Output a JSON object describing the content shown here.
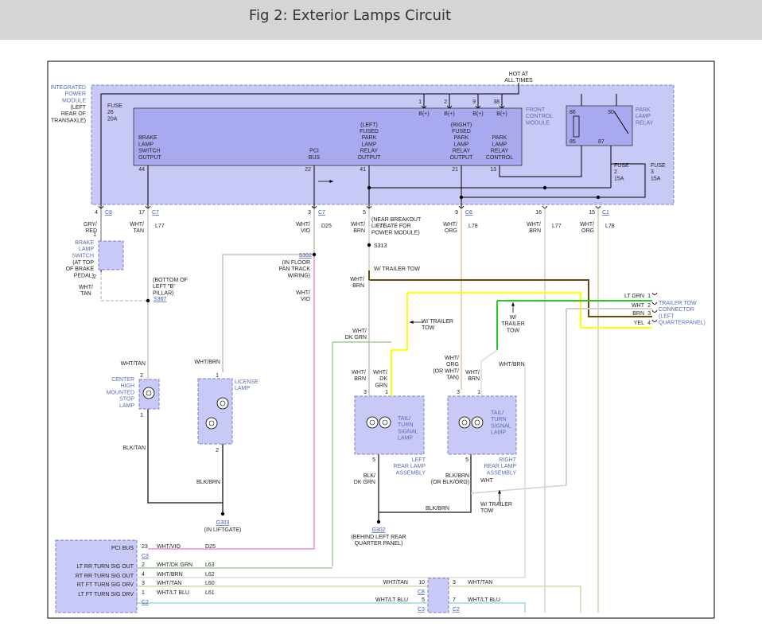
{
  "header": {
    "title": "Fig 2: Exterior Lamps Circuit"
  },
  "diagram": {
    "hot_label": "HOT AT|ALL TIMES",
    "ipm": {
      "label": "INTEGRATED|POWER|MODULE",
      "location": "(LEFT|REAR OF|TRANSAXLE)"
    },
    "fuse_26": "FUSE|26|20A",
    "fuse_2": "FUSE|2|15A",
    "fuse_3": "FUSE|3|15A",
    "fcm": {
      "label": "FRONT|CONTROL|MODULE",
      "pins_top": [
        "1",
        "2",
        "9",
        "38"
      ],
      "bplus": "B(+)",
      "outputs": [
        {
          "text": "BRAKE|LAMP|SWITCH|OUTPUT",
          "pin": "44"
        },
        {
          "text": "PCI|BUS",
          "pin": "22"
        },
        {
          "text": "(LEFT)|FUSED|PARK|LAMP|RELAY|OUTPUT",
          "pin": "41"
        },
        {
          "text": "(RIGHT)|FUSED|PARK|LAMP|RELAY|OUTPUT",
          "pin": "21"
        },
        {
          "text": "PARK|LAMP|RELAY|CONTROL",
          "pin": "13"
        }
      ]
    },
    "relay": {
      "label": "PARK|LAMP|RELAY",
      "pins": [
        "86",
        "30",
        "85",
        "87"
      ]
    },
    "connectors": [
      {
        "pin": "4",
        "name": "C8"
      },
      {
        "pin": "17",
        "name": "C7"
      },
      {
        "pin": "3",
        "name": "C7"
      },
      {
        "pin": "5",
        "name": ""
      },
      {
        "pin": "9",
        "name": "C8"
      },
      {
        "pin": "16",
        "name": ""
      },
      {
        "pin": "15",
        "name": "C1"
      }
    ],
    "wires": [
      {
        "color": "GRY/|RED",
        "circuit": ""
      },
      {
        "color": "WHT/|TAN",
        "circuit": "L77"
      },
      {
        "color": "WHT/|VIO",
        "circuit": "D25"
      },
      {
        "color": "WHT/|BRN",
        "circuit": "L77"
      },
      {
        "color": "WHT/|ORG",
        "circuit": "L78"
      },
      {
        "color": "WHT/|BRN",
        "circuit": "L77"
      },
      {
        "color": "WHT/|ORG",
        "circuit": "L78"
      }
    ],
    "near_breakout": "(NEAR BREAKOUT|LIFTGATE FOR|POWER MODULE)",
    "s313": "S313",
    "s302": "S302",
    "s302_loc": "(IN FLOOR|PAN TRACK|WIRING)",
    "s367": "S367",
    "bottom_b_pillar": "(BOTTOM OF|LEFT \"B\"|PILLAR)",
    "brake_switch": {
      "label": "BRAKE|LAMP|SWITCH",
      "location": "(AT TOP|OF BRAKE|PEDAL)",
      "pin1": "1",
      "pin2": "2"
    },
    "w_trailer_tow": "W/ TRAILER TOW",
    "w_trailer_tow_2": "W/ TRAILER|TOW",
    "w_trailer_tow_3": "W/|TRAILER|TOW",
    "w_trailer_tow_4": "W/ TRAILER|TOW",
    "trailer_connector": {
      "label": "TRAILER TOW|CONNECTOR|(LEFT|QUARTERPANEL)",
      "pins": [
        {
          "color": "LT GRN",
          "pin": "1"
        },
        {
          "color": "WHT",
          "pin": "2"
        },
        {
          "color": "BRN",
          "pin": "3"
        },
        {
          "color": "YEL",
          "pin": "4"
        }
      ]
    },
    "misc_wires": {
      "wht_brn": "WHT/BRN",
      "wht_brn_2": "WHT/|BRN",
      "brn": "BRN",
      "yel": "YEL",
      "wht_dk_grn": "WHT/|DK GRN",
      "lt_grn": "LT GRN",
      "wht_tan": "WHT/TAN",
      "wht_tan_2": "WHT/|TAN",
      "wht_brn_lic": "WHT/BRN",
      "blk_tan": "BLK/TAN",
      "blk_brn": "BLK/BRN",
      "blk_brn_2": "BLK/BRN",
      "blk_dk_grn": "BLK/|DK GRN",
      "blk_brn_or": "BLK/BRN|(OR BLK/ORG)",
      "wht": "WHT",
      "left_feed_a": "WHT/|BRN",
      "left_feed_b": "WHT/|DK|GRN",
      "right_feed_a": "WHT/|ORG|(OR WHT/|TAN)",
      "right_feed_b": "WHT/|BRN",
      "wht_vio_2": "WHT/|VIO"
    },
    "chmsl": {
      "label": "CENTER|HIGH|MOUNTED|STOP|LAMP",
      "pin_top": "2",
      "pin_bottom": "1"
    },
    "license": {
      "label": "LICENSE|LAMP",
      "pin_top": "1",
      "pin_bottom": "2"
    },
    "left_tail": {
      "label": "TAIL/|TURN|SIGNAL|LAMP",
      "assembly": "LEFT|REAR LAMP|ASSEMBLY",
      "pins": [
        "3",
        "1",
        "5"
      ]
    },
    "right_tail": {
      "label": "TAIL/|TURN|SIGNAL|LAMP",
      "assembly": "RIGHT|REAR LAMP|ASSEMBLY",
      "pins": [
        "3",
        "1",
        "5"
      ]
    },
    "g303": {
      "name": "G303",
      "location": "(IN LIFTGATE)"
    },
    "g302": {
      "name": "G302",
      "location": "(BEHIND LEFT REAR|QUARTER PANEL)"
    },
    "bcm_rows": [
      {
        "label": "PCI BUS",
        "pin": "23",
        "color": "WHT/VIO",
        "circuit": "D25",
        "conn": "C3"
      },
      {
        "label": "LT RR TURN SIG OUT",
        "pin": "2",
        "color": "WHT/DK GRN",
        "circuit": "L63",
        "conn": ""
      },
      {
        "label": "RT RR TURN SIG OUT",
        "pin": "4",
        "color": "WHT/BRN",
        "circuit": "L62",
        "conn": ""
      },
      {
        "label": "RT FT TURN SIG DRV",
        "pin": "3",
        "color": "WHT/TAN",
        "circuit": "L60",
        "conn": ""
      },
      {
        "label": "LT FT TURN SIG DRV",
        "pin": "1",
        "color": "WHT/LT BLU",
        "circuit": "L61",
        "conn": "C2"
      }
    ],
    "inline_conn": {
      "left_top": {
        "pin": "10",
        "name": "C8"
      },
      "left_bottom": {
        "pin": "5",
        "name": "C3"
      },
      "right_top": {
        "pin": "3",
        "name": ""
      },
      "right_bottom": {
        "pin": "7",
        "name": "C2"
      },
      "wire_in_top": "WHT/TAN",
      "wire_in_bottom": "WHT/LT BLU",
      "wire_out_top": "WHT/TAN",
      "wire_out_bottom": "WHT/LT BLU"
    },
    "wire_colors": {
      "purple_box": "#c9c9f7",
      "box_border": "#8080c0",
      "pink": "#ef8fd3",
      "tan": "#e8d6bd",
      "green": "#a9c9a0",
      "bright_green": "#28c828",
      "yellow": "#ffff00",
      "brown": "#6b4a0f",
      "light_blue": "#9ad7e5",
      "gray": "#a0a0a0",
      "beige": "#ddd2b4"
    }
  }
}
